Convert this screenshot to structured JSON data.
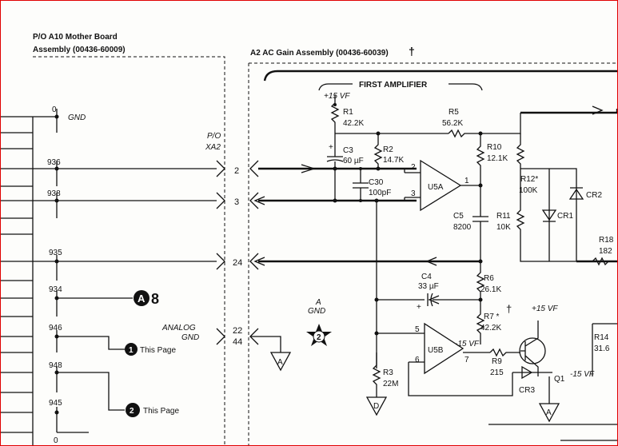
{
  "headers": {
    "motherboard": "P/O A10 Mother Board",
    "motherboard_assy": "Assembly (00436-60009)",
    "gain_assy": "A2 AC Gain Assembly (00436-60039)",
    "dagger": "†",
    "first_amp": "FIRST AMPLIFIER",
    "po": "P/O",
    "xa2": "XA2"
  },
  "supply": {
    "plus15a": "+15 VF",
    "plus15b": "+15 VF",
    "minus15a": "-15 VF",
    "minus15b": "-15 VF"
  },
  "nets": {
    "n0_top": "0",
    "gnd": "GND",
    "n936": "936",
    "n938": "938",
    "n935": "935",
    "n934": "934",
    "n946": "946",
    "n948": "948",
    "n945": "945",
    "n0_bottom": "0"
  },
  "pins": {
    "p2": "2",
    "p3": "3",
    "p24": "24",
    "p22": "22",
    "p44": "44"
  },
  "analog_gnd": {
    "line1": "ANALOG",
    "line2": "GND",
    "a_label": "A",
    "a_gnd": "GND",
    "star_num": "2"
  },
  "refs": {
    "a8": "A",
    "a8_num": "8",
    "one": "1",
    "two": "2",
    "this_page1": "This Page",
    "this_page2": "This Page"
  },
  "ground_symbols": {
    "g1": "A",
    "g2": "D",
    "g3": "A"
  },
  "components": {
    "r1": "R1",
    "r1v": "42.2K",
    "r5": "R5",
    "r5v": "56.2K",
    "c3": "C3",
    "c3v": "60 µF",
    "r2": "R2",
    "r2v": "14.7K",
    "c30": "C30",
    "c30v": "100pF",
    "u5a": "U5A",
    "u5b": "U5B",
    "r10": "R10",
    "r10v": "12.1K",
    "r12": "R12*",
    "r12v": "100K",
    "cr1": "CR1",
    "cr2": "CR2",
    "c5": "C5",
    "c5v": "8200",
    "r11": "R11",
    "r11v": "10K",
    "r18": "R18",
    "r18v": "182",
    "c4": "C4",
    "c4v": "33 µF",
    "r6": "R6",
    "r6v": "26.1K",
    "r7": "R7 *",
    "r7v": "42.2K",
    "r7d": "†",
    "r9": "R9",
    "r9v": "215",
    "r3": "R3",
    "r3v": "22M",
    "cr3": "CR3",
    "q1": "Q1",
    "r14": "R14",
    "r14v": "31.6"
  },
  "opamp_pins": {
    "u5a_in_plus": "3",
    "u5a_in_minus": "2",
    "u5a_out": "1",
    "u5b_in_plus": "5",
    "u5b_in_minus": "6",
    "u5b_out": "7"
  },
  "polarity": {
    "plus_c3": "+",
    "plus_c4": "+"
  }
}
